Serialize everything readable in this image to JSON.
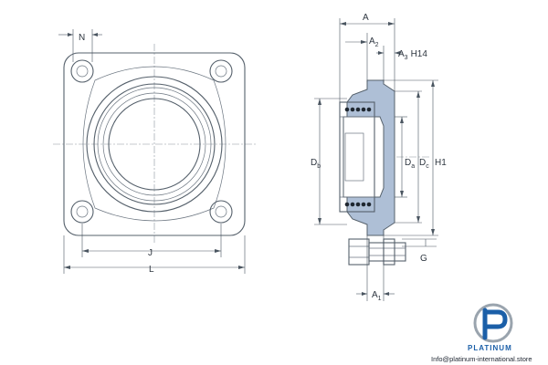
{
  "labels": {
    "N": "N",
    "J": "J",
    "L": "L",
    "A": "A",
    "A2": "A",
    "A2_sub": "2",
    "A3": "A",
    "A3_sub": "3",
    "A3_tol": "H14",
    "Db": "D",
    "Db_sub": "b",
    "Da": "D",
    "Da_sub": "a",
    "Dc": "D",
    "Dc_sub": "c",
    "H1": "H1",
    "G": "G",
    "A1": "A",
    "A1_sub": "1"
  },
  "brand": {
    "name": "PLATINUM",
    "url": "Info@platinum-international.store",
    "colors": {
      "blue": "#1b5fa8",
      "grey": "#9aa4ae"
    }
  },
  "colors": {
    "seal": "#aebfd6",
    "line": "#55606b"
  }
}
